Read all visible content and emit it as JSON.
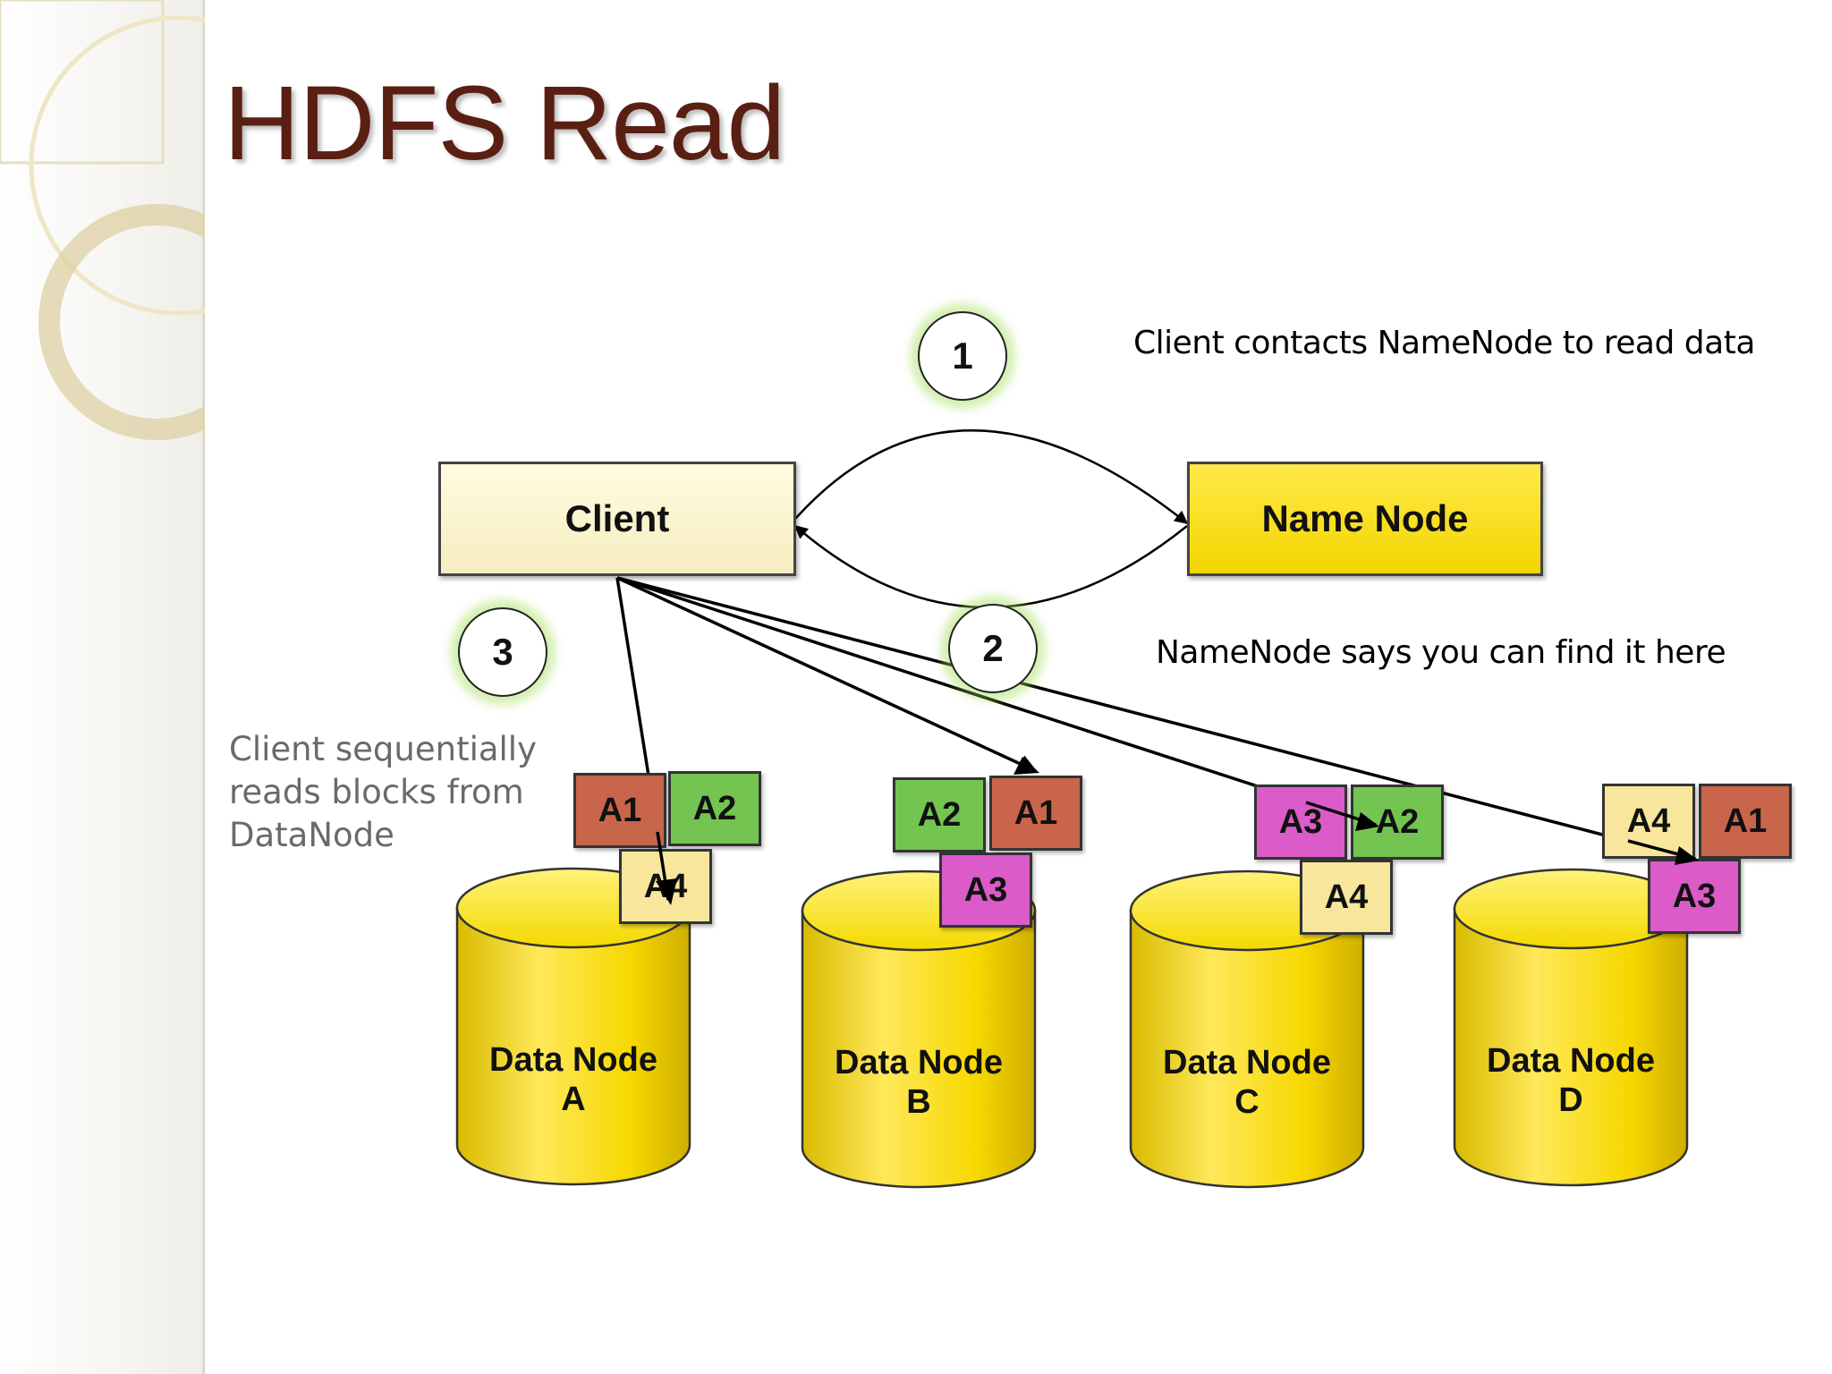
{
  "slide": {
    "title": "HDFS Read",
    "captions": {
      "step1": "Client contacts NameNode to read data",
      "step2": "NameNode says you can find it here",
      "step3": [
        "Client sequentially",
        "reads blocks from",
        "DataNode"
      ]
    },
    "steps": [
      "1",
      "2",
      "3"
    ]
  },
  "diagram": {
    "client": "Client",
    "name_node": "Name Node",
    "data_nodes": [
      {
        "name": "Data Node",
        "id": "A",
        "blocks": [
          "A1",
          "A2",
          "A4"
        ]
      },
      {
        "name": "Data Node",
        "id": "B",
        "blocks": [
          "A2",
          "A1",
          "A3"
        ]
      },
      {
        "name": "Data Node",
        "id": "C",
        "blocks": [
          "A3",
          "A2",
          "A4"
        ]
      },
      {
        "name": "Data Node",
        "id": "D",
        "blocks": [
          "A4",
          "A1",
          "A3"
        ]
      }
    ]
  },
  "colors": {
    "title": "#5a1f13",
    "name_node": "#ffe000",
    "data_node": "#ffe000",
    "client": "#fdf7d2",
    "block_A1": "#c9654a",
    "block_A2": "#73c451",
    "block_A3": "#db5bc9",
    "block_A4": "#f8e69d",
    "step_glow": "#a0dc50"
  }
}
